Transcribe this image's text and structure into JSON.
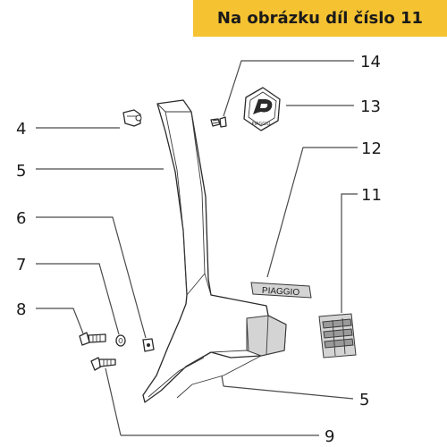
{
  "banner": {
    "text": "Na obrázku díl číslo 11"
  },
  "callouts": {
    "c4": "4",
    "c5_top": "5",
    "c6": "6",
    "c7": "7",
    "c8": "8",
    "c9": "9",
    "c5_bottom": "5",
    "c11": "11",
    "c12": "12",
    "c13": "13",
    "c14": "14"
  },
  "labels": {
    "badge_text": "PIAGGIO",
    "logo_text": "PIAGGIO"
  },
  "colors": {
    "banner_bg": "#f5c232"
  }
}
